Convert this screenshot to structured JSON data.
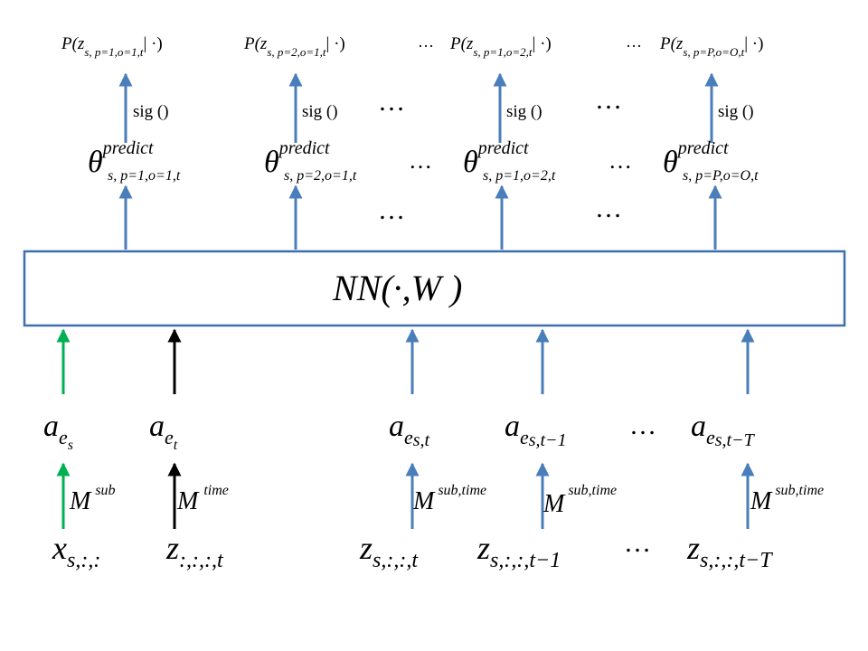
{
  "top_probabilities": [
    {
      "lead": "P(z",
      "sub": "s, p=1,o=1,t",
      "tail": "| ·)"
    },
    {
      "lead": "P(z",
      "sub": "s, p=2,o=1,t",
      "tail": "| ·)"
    },
    {
      "lead": "P(z",
      "sub": "s, p=1,o=2,t",
      "tail": "| ·)"
    },
    {
      "lead": "P(z",
      "sub": "s, p=P,o=O,t",
      "tail": "| ·)"
    }
  ],
  "sigmoid_label": "sig ()",
  "thetas": [
    {
      "sym": "θ",
      "sup": "predict",
      "sub": "s, p=1,o=1,t"
    },
    {
      "sym": "θ",
      "sup": "predict",
      "sub": "s, p=2,o=1,t"
    },
    {
      "sym": "θ",
      "sup": "predict",
      "sub": "s, p=1,o=2,t"
    },
    {
      "sym": "θ",
      "sup": "predict",
      "sub": "s, p=P,o=O,t"
    }
  ],
  "ellipsis": "…",
  "nn_label": "NN(·,W )",
  "embeddings": [
    {
      "base": "a",
      "sub": "e",
      "subsub": "s"
    },
    {
      "base": "a",
      "sub": "e",
      "subsub": "t"
    },
    {
      "base": "a",
      "sub": "e",
      "subsub": "s,t"
    },
    {
      "base": "a",
      "sub": "e",
      "subsub": "s,t−1"
    },
    {
      "base": "a",
      "sub": "e",
      "subsub": "s,t−T"
    }
  ],
  "matrices": [
    {
      "base": "M",
      "sup": "sub"
    },
    {
      "base": "M",
      "sup": "time"
    },
    {
      "base": "M",
      "sup": "sub,time"
    },
    {
      "base": "M",
      "sup": "sub,time"
    },
    {
      "base": "M",
      "sup": "sub,time"
    }
  ],
  "inputs": [
    {
      "base": "x",
      "sub": "s,:,:"
    },
    {
      "base": "z",
      "sub": ":,:,:,t"
    },
    {
      "base": "z",
      "sub": "s,:,:,t"
    },
    {
      "base": "z",
      "sub": "s,:,:,t−1"
    },
    {
      "base": "z",
      "sub": "s,:,:,t−T"
    }
  ],
  "colors": {
    "blue_arrow": "#4a7ebb",
    "green_arrow": "#00b050",
    "black_arrow": "#000000",
    "box_border": "#3f6fae"
  }
}
